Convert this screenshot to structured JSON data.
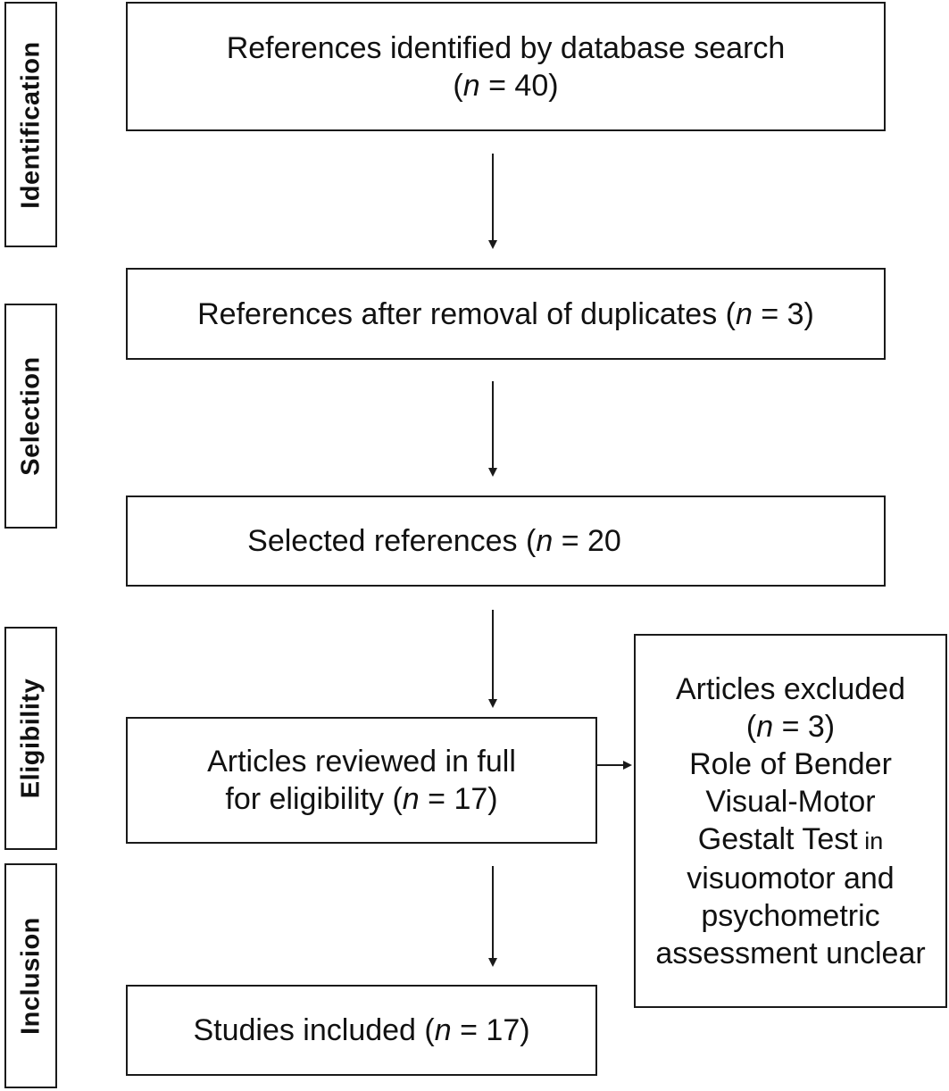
{
  "stages": [
    {
      "id": "identification",
      "label": "Identification"
    },
    {
      "id": "selection",
      "label": "Selection"
    },
    {
      "id": "eligibility",
      "label": "Eligibility"
    },
    {
      "id": "inclusion",
      "label": "Inclusion"
    }
  ],
  "boxes": {
    "identified": {
      "line1": "References identified by database search",
      "n_prefix": "(",
      "n_var": "n",
      "n_value": " = 40)"
    },
    "duplicates": {
      "text": "References after removal of duplicates (",
      "n_var": "n",
      "n_value": " = 3)"
    },
    "selected": {
      "text": "Selected references (",
      "n_var": "n",
      "n_value": " = 20"
    },
    "reviewed": {
      "line1": "Articles reviewed in full",
      "line2_text": "for eligibility (",
      "n_var": "n",
      "n_value": " = 17)"
    },
    "included": {
      "text": "Studies included (",
      "n_var": "n",
      "n_value": " = 17)"
    },
    "excluded": {
      "title": "Articles excluded",
      "n_prefix": "(",
      "n_var": "n",
      "n_value": " = 3)",
      "reason_lines": [
        "Role of Bender",
        "Visual-Motor",
        "Gestalt Test",
        "visuomotor and",
        "psychometric",
        "assessment unclear"
      ],
      "reason_in": " in"
    }
  }
}
